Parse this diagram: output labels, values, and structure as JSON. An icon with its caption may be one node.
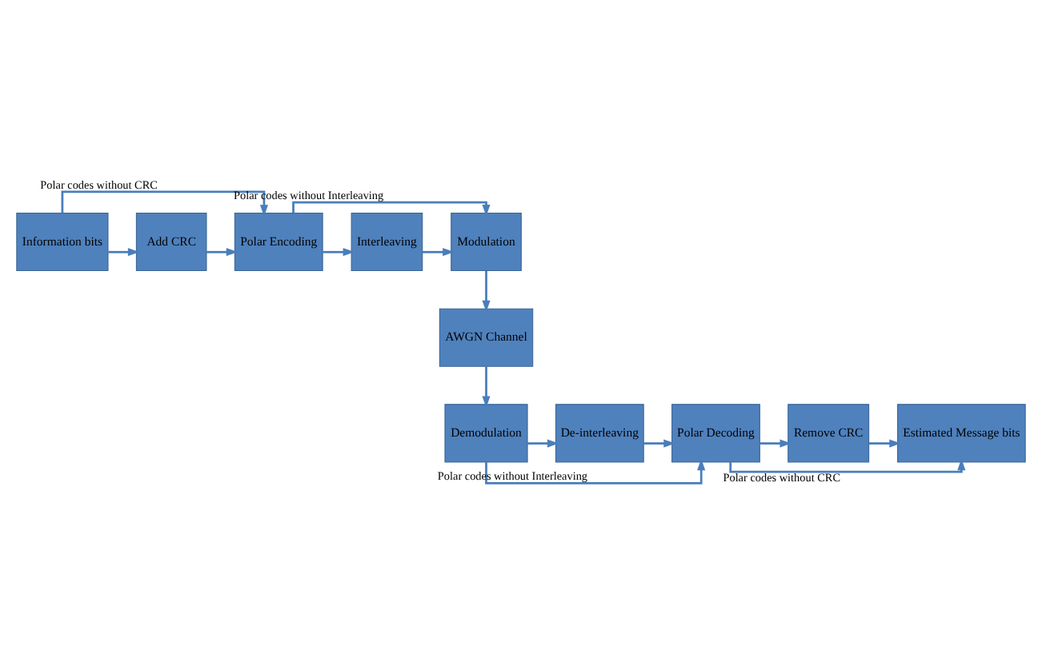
{
  "diagram": {
    "nodes": [
      {
        "text": [
          "Information bits"
        ]
      },
      {
        "text": [
          "Add CRC"
        ]
      },
      {
        "text": [
          "Polar Encoding"
        ]
      },
      {
        "text": [
          "Interleaving"
        ]
      },
      {
        "text": [
          "Modulation"
        ]
      },
      {
        "text": [
          "AWGN Channel"
        ]
      },
      {
        "text": [
          "Demodulation"
        ]
      },
      {
        "text": [
          "De-interleaving"
        ]
      },
      {
        "text": [
          "Polar Decoding"
        ]
      },
      {
        "text": [
          "Remove CRC"
        ]
      },
      {
        "text": [
          "Estimated Message bits"
        ]
      }
    ],
    "edges": [
      {
        "from": 0,
        "to": 1,
        "arrow": "to"
      },
      {
        "from": 1,
        "to": 2,
        "arrow": "to"
      },
      {
        "from": 2,
        "to": 3,
        "arrow": "to"
      },
      {
        "from": 3,
        "to": 4,
        "arrow": "to"
      },
      {
        "from": 2,
        "to": 4,
        "arrow": "to",
        "label": "Polar codes without Interleaving"
      },
      {
        "from": 0,
        "to": 2,
        "arrow": "to",
        "label": "Polar codes without CRC"
      },
      {
        "from": 4,
        "to": 5,
        "arrow": "to"
      },
      {
        "from": 5,
        "to": 6,
        "arrow": "to"
      },
      {
        "from": 6,
        "to": 7,
        "arrow": "to"
      },
      {
        "from": 7,
        "to": 8,
        "arrow": "to"
      },
      {
        "from": 8,
        "to": 9,
        "arrow": "to"
      },
      {
        "from": 9,
        "to": 10,
        "arrow": "to"
      },
      {
        "from": 6,
        "to": 8,
        "arrow": "to",
        "label": "Polar codes without Interleaving"
      },
      {
        "from": 8,
        "to": 10,
        "arrow": "to",
        "label": "Polar codes without CRC"
      }
    ]
  }
}
